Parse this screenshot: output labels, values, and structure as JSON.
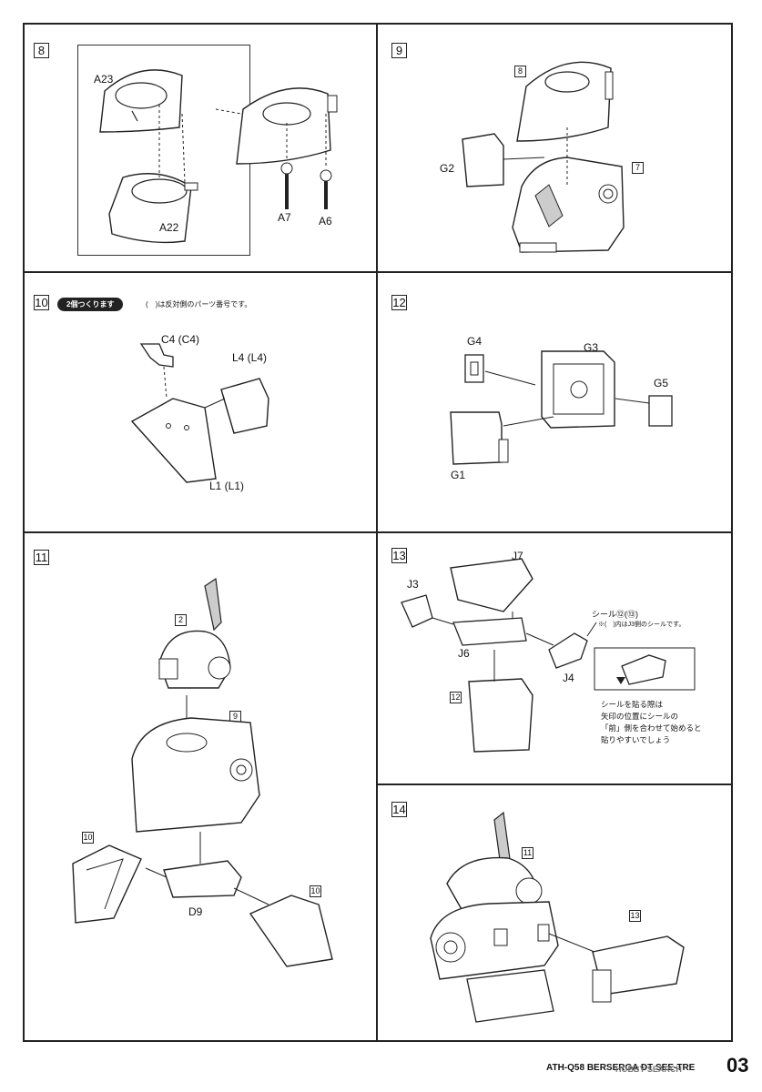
{
  "steps": {
    "s8": {
      "num": "8",
      "labels": {
        "a23": "A23",
        "a22": "A22",
        "a7": "A7",
        "a6": "A6"
      }
    },
    "s9": {
      "num": "9",
      "ref8": "8",
      "ref7": "7",
      "labels": {
        "g2": "G2"
      }
    },
    "s10": {
      "num": "10",
      "badge": "2個つくります",
      "note": "(　)は反対側のパーツ番号です。",
      "labels": {
        "c4": "C4 (C4)",
        "l4": "L4 (L4)",
        "l1": "L1 (L1)"
      }
    },
    "s12": {
      "num": "12",
      "labels": {
        "g4": "G4",
        "g3": "G3",
        "g5": "G5",
        "g1": "G1"
      }
    },
    "s11": {
      "num": "11",
      "ref2": "2",
      "ref9": "9",
      "ref10a": "10",
      "ref10b": "10",
      "labels": {
        "d9": "D9"
      }
    },
    "s13": {
      "num": "13",
      "ref12": "12",
      "labels": {
        "j7": "J7",
        "j3": "J3",
        "j6": "J6",
        "j4": "J4"
      },
      "seal": "シール⑫(⑬)",
      "seal_note": "※(　)内はJ3側のシールです。",
      "tip": "シールを貼る際は\n矢印の位置にシールの\n「前」側を合わせて始めると\n貼りやすいでしょう"
    },
    "s14": {
      "num": "14",
      "ref11": "11",
      "ref13": "13"
    }
  },
  "footer": {
    "title": "ATH-Q58 BERSERGA DT SEE-TRE",
    "page": "03",
    "watermark": "HOBBY SEARCH"
  }
}
